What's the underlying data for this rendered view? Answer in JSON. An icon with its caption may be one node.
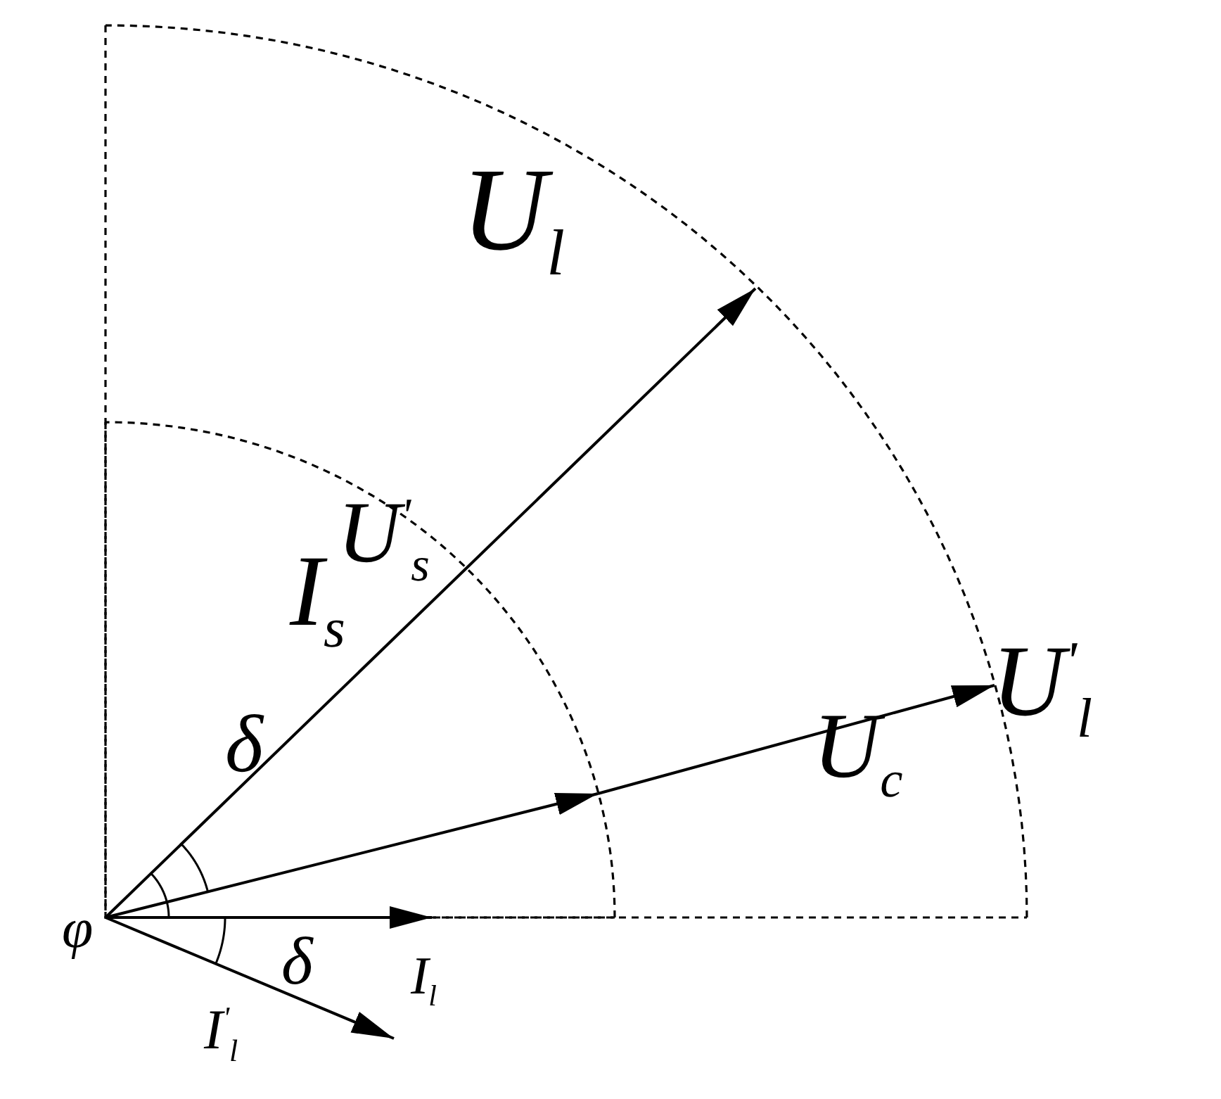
{
  "diagram": {
    "labels": [
      "U$_{l}$",
      "U$^{'}$$_{l}$",
      "U$^{'}$$_{s}$",
      "I$_{s}$",
      "δ",
      "U$_{c}$",
      "φ",
      "δ",
      "I$_{l}$",
      "I$^{'}$$_{l}$"
    ]
  }
}
